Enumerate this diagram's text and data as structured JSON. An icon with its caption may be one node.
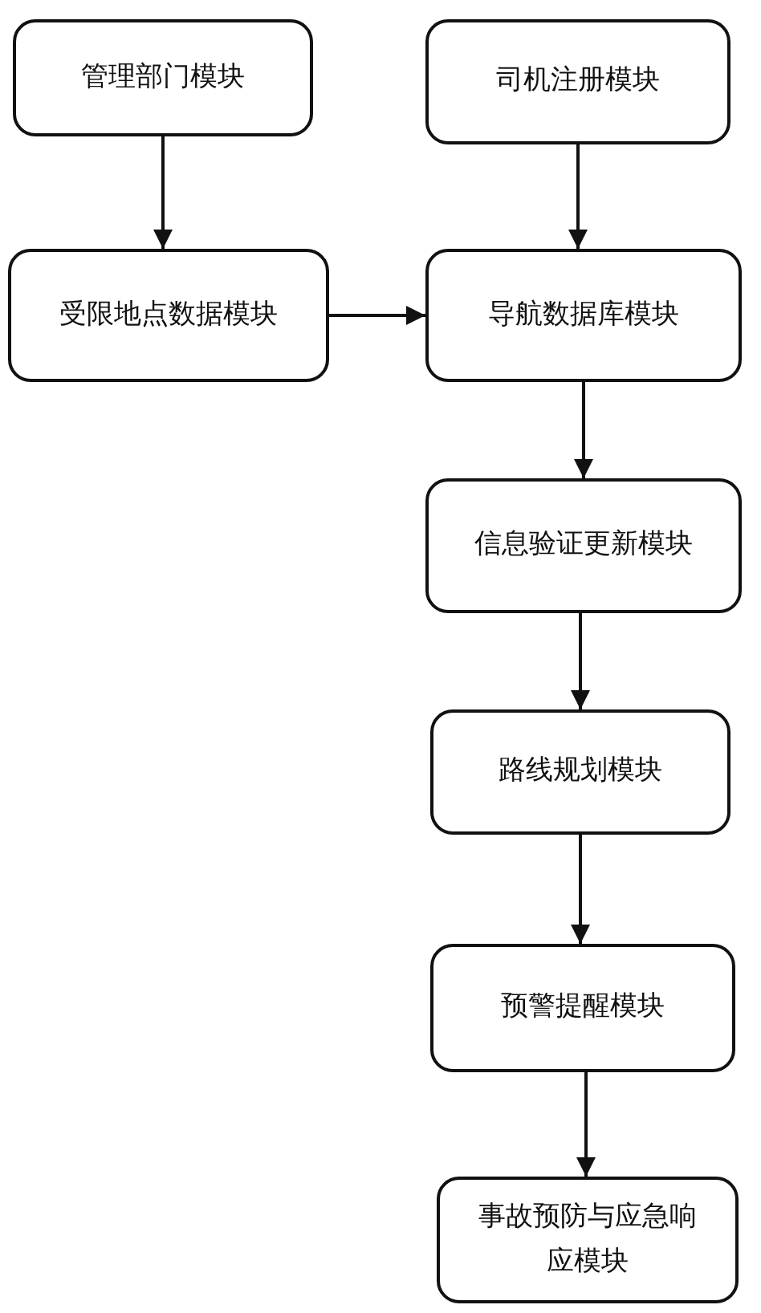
{
  "diagram": {
    "nodes": [
      {
        "text": [
          "管理部门模块"
        ]
      },
      {
        "text": [
          "司机注册模块"
        ]
      },
      {
        "text": [
          "受限地点数据模块"
        ]
      },
      {
        "text": [
          "导航数据库模块"
        ]
      },
      {
        "text": [
          "信息验证更新模块"
        ]
      },
      {
        "text": [
          "路线规划模块"
        ]
      },
      {
        "text": [
          "预警提醒模块"
        ]
      },
      {
        "text": [
          "事故预防与应急响应模块"
        ]
      }
    ],
    "edges": [
      {
        "from": 0,
        "to": 2,
        "arrow": "to"
      },
      {
        "from": 1,
        "to": 3,
        "arrow": "to"
      },
      {
        "from": 2,
        "to": 3,
        "arrow": "to"
      },
      {
        "from": 3,
        "to": 4,
        "arrow": "to"
      },
      {
        "from": 4,
        "to": 5,
        "arrow": "to"
      },
      {
        "from": 5,
        "to": 6,
        "arrow": "to"
      },
      {
        "from": 6,
        "to": 7,
        "arrow": "to"
      }
    ]
  }
}
